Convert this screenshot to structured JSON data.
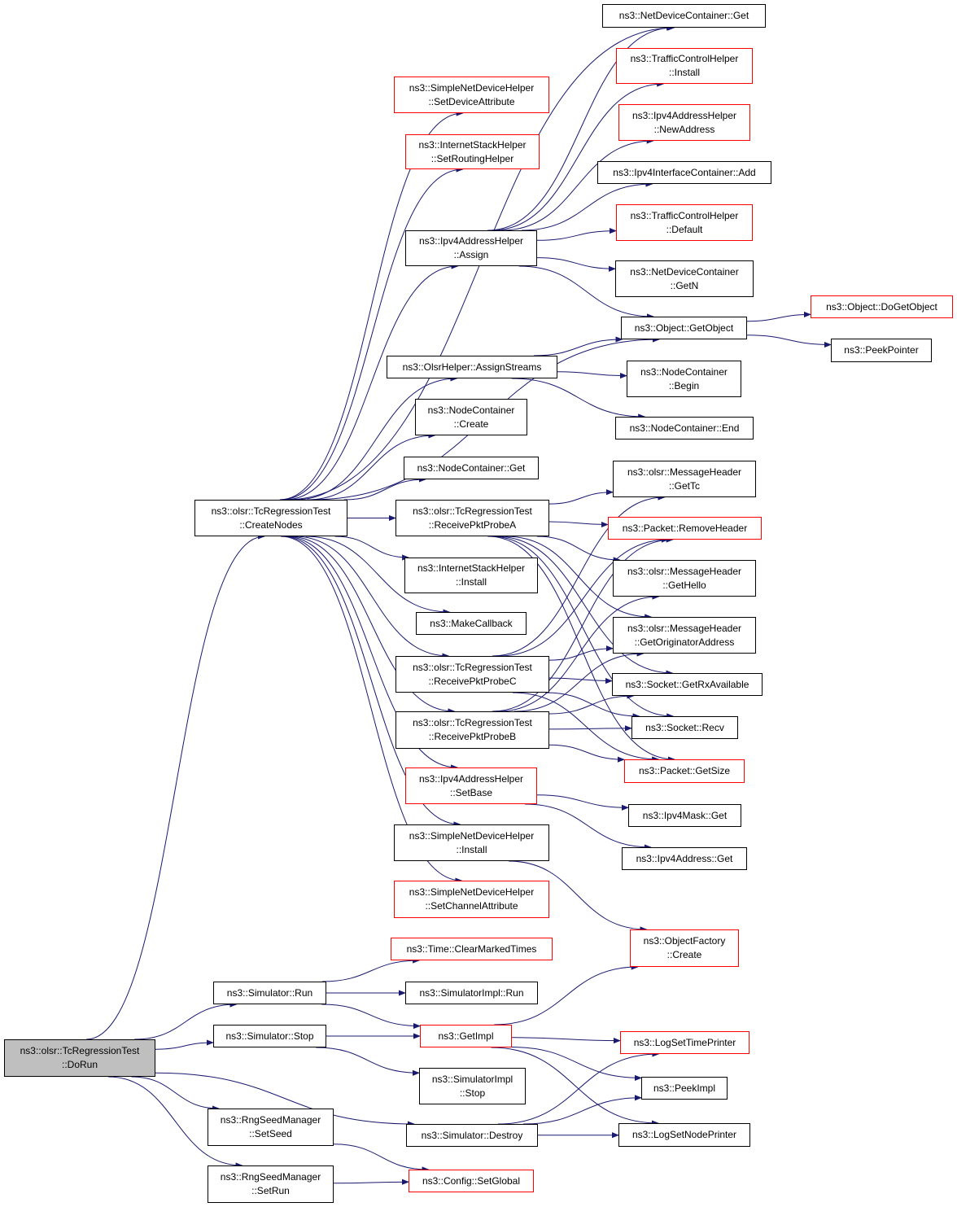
{
  "colors": {
    "edge": "#191970",
    "box_border": "#000000",
    "box_border_link": "#ff0000",
    "root_fill": "#bfbfbf"
  },
  "nodes": {
    "dorun": {
      "lines": [
        "ns3::olsr::TcRegressionTest",
        "::DoRun"
      ],
      "style": "root"
    },
    "createnodes": {
      "lines": [
        "ns3::olsr::TcRegressionTest",
        "::CreateNodes"
      ],
      "style": "black"
    },
    "sndh_setdevattr": {
      "lines": [
        "ns3::SimpleNetDeviceHelper",
        "::SetDeviceAttribute"
      ],
      "style": "red"
    },
    "ish_setrouting": {
      "lines": [
        "ns3::InternetStackHelper",
        "::SetRoutingHelper"
      ],
      "style": "red"
    },
    "ipv4ah_assign": {
      "lines": [
        "ns3::Ipv4AddressHelper",
        "::Assign"
      ],
      "style": "black"
    },
    "olsrh_assignstreams": {
      "lines": [
        "ns3::OlsrHelper::AssignStreams"
      ],
      "style": "black"
    },
    "nc_create": {
      "lines": [
        "ns3::NodeContainer",
        "::Create"
      ],
      "style": "black"
    },
    "nc_get": {
      "lines": [
        "ns3::NodeContainer::Get"
      ],
      "style": "black"
    },
    "recv_a": {
      "lines": [
        "ns3::olsr::TcRegressionTest",
        "::ReceivePktProbeA"
      ],
      "style": "black"
    },
    "ish_install": {
      "lines": [
        "ns3::InternetStackHelper",
        "::Install"
      ],
      "style": "black"
    },
    "makecallback": {
      "lines": [
        "ns3::MakeCallback"
      ],
      "style": "black"
    },
    "recv_c": {
      "lines": [
        "ns3::olsr::TcRegressionTest",
        "::ReceivePktProbeC"
      ],
      "style": "black"
    },
    "recv_b": {
      "lines": [
        "ns3::olsr::TcRegressionTest",
        "::ReceivePktProbeB"
      ],
      "style": "black"
    },
    "ipv4ah_setbase": {
      "lines": [
        "ns3::Ipv4AddressHelper",
        "::SetBase"
      ],
      "style": "red"
    },
    "sndh_install": {
      "lines": [
        "ns3::SimpleNetDeviceHelper",
        "::Install"
      ],
      "style": "black"
    },
    "sndh_setchanattr": {
      "lines": [
        "ns3::SimpleNetDeviceHelper",
        "::SetChannelAttribute"
      ],
      "style": "red"
    },
    "ndc_get": {
      "lines": [
        "ns3::NetDeviceContainer::Get"
      ],
      "style": "black"
    },
    "tch_install": {
      "lines": [
        "ns3::TrafficControlHelper",
        "::Install"
      ],
      "style": "red"
    },
    "ipv4ah_newaddr": {
      "lines": [
        "ns3::Ipv4AddressHelper",
        "::NewAddress"
      ],
      "style": "red"
    },
    "ipv4ic_add": {
      "lines": [
        "ns3::Ipv4InterfaceContainer::Add"
      ],
      "style": "black"
    },
    "tch_default": {
      "lines": [
        "ns3::TrafficControlHelper",
        "::Default"
      ],
      "style": "red"
    },
    "ndc_getn": {
      "lines": [
        "ns3::NetDeviceContainer",
        "::GetN"
      ],
      "style": "black"
    },
    "obj_getobject": {
      "lines": [
        "ns3::Object::GetObject"
      ],
      "style": "black"
    },
    "obj_dogetobject": {
      "lines": [
        "ns3::Object::DoGetObject"
      ],
      "style": "red"
    },
    "peekpointer": {
      "lines": [
        "ns3::PeekPointer"
      ],
      "style": "black"
    },
    "nc_begin": {
      "lines": [
        "ns3::NodeContainer",
        "::Begin"
      ],
      "style": "black"
    },
    "nc_end": {
      "lines": [
        "ns3::NodeContainer::End"
      ],
      "style": "black"
    },
    "mh_gettc": {
      "lines": [
        "ns3::olsr::MessageHeader",
        "::GetTc"
      ],
      "style": "black"
    },
    "pkt_removeheader": {
      "lines": [
        "ns3::Packet::RemoveHeader"
      ],
      "style": "red"
    },
    "mh_gethello": {
      "lines": [
        "ns3::olsr::MessageHeader",
        "::GetHello"
      ],
      "style": "black"
    },
    "mh_getorig": {
      "lines": [
        "ns3::olsr::MessageHeader",
        "::GetOriginatorAddress"
      ],
      "style": "black"
    },
    "sock_getrx": {
      "lines": [
        "ns3::Socket::GetRxAvailable"
      ],
      "style": "black"
    },
    "sock_recv": {
      "lines": [
        "ns3::Socket::Recv"
      ],
      "style": "black"
    },
    "pkt_getsize": {
      "lines": [
        "ns3::Packet::GetSize"
      ],
      "style": "red"
    },
    "ipv4mask_get": {
      "lines": [
        "ns3::Ipv4Mask::Get"
      ],
      "style": "black"
    },
    "ipv4addr_get": {
      "lines": [
        "ns3::Ipv4Address::Get"
      ],
      "style": "black"
    },
    "objfactory_create": {
      "lines": [
        "ns3::ObjectFactory",
        "::Create"
      ],
      "style": "red"
    },
    "time_clearmarked": {
      "lines": [
        "ns3::Time::ClearMarkedTimes"
      ],
      "style": "red"
    },
    "sim_run": {
      "lines": [
        "ns3::Simulator::Run"
      ],
      "style": "black"
    },
    "simimpl_run": {
      "lines": [
        "ns3::SimulatorImpl::Run"
      ],
      "style": "black"
    },
    "sim_stop": {
      "lines": [
        "ns3::Simulator::Stop"
      ],
      "style": "black"
    },
    "getimpl": {
      "lines": [
        "ns3::GetImpl"
      ],
      "style": "red"
    },
    "logsettime": {
      "lines": [
        "ns3::LogSetTimePrinter"
      ],
      "style": "red"
    },
    "simimpl_stop": {
      "lines": [
        "ns3::SimulatorImpl",
        "::Stop"
      ],
      "style": "black"
    },
    "peekimpl": {
      "lines": [
        "ns3::PeekImpl"
      ],
      "style": "black"
    },
    "rng_setseed": {
      "lines": [
        "ns3::RngSeedManager",
        "::SetSeed"
      ],
      "style": "black"
    },
    "sim_destroy": {
      "lines": [
        "ns3::Simulator::Destroy"
      ],
      "style": "black"
    },
    "logsetnode": {
      "lines": [
        "ns3::LogSetNodePrinter"
      ],
      "style": "black"
    },
    "rng_setrun": {
      "lines": [
        "ns3::RngSeedManager",
        "::SetRun"
      ],
      "style": "black"
    },
    "config_setglobal": {
      "lines": [
        "ns3::Config::SetGlobal"
      ],
      "style": "red"
    }
  },
  "edges": [
    [
      "dorun",
      "createnodes"
    ],
    [
      "dorun",
      "sim_run"
    ],
    [
      "dorun",
      "sim_stop"
    ],
    [
      "dorun",
      "rng_setseed"
    ],
    [
      "dorun",
      "sim_destroy"
    ],
    [
      "dorun",
      "rng_setrun"
    ],
    [
      "createnodes",
      "sndh_setdevattr"
    ],
    [
      "createnodes",
      "ish_setrouting"
    ],
    [
      "createnodes",
      "ipv4ah_assign"
    ],
    [
      "createnodes",
      "ndc_get"
    ],
    [
      "createnodes",
      "obj_getobject"
    ],
    [
      "createnodes",
      "olsrh_assignstreams"
    ],
    [
      "createnodes",
      "nc_create"
    ],
    [
      "createnodes",
      "nc_get"
    ],
    [
      "createnodes",
      "recv_a"
    ],
    [
      "createnodes",
      "ish_install"
    ],
    [
      "createnodes",
      "makecallback"
    ],
    [
      "createnodes",
      "recv_c"
    ],
    [
      "createnodes",
      "recv_b"
    ],
    [
      "createnodes",
      "ipv4ah_setbase"
    ],
    [
      "createnodes",
      "sndh_install"
    ],
    [
      "createnodes",
      "sndh_setchanattr"
    ],
    [
      "ipv4ah_assign",
      "ndc_get"
    ],
    [
      "ipv4ah_assign",
      "tch_install"
    ],
    [
      "ipv4ah_assign",
      "ipv4ah_newaddr"
    ],
    [
      "ipv4ah_assign",
      "ipv4ic_add"
    ],
    [
      "ipv4ah_assign",
      "tch_default"
    ],
    [
      "ipv4ah_assign",
      "ndc_getn"
    ],
    [
      "ipv4ah_assign",
      "obj_getobject"
    ],
    [
      "obj_getobject",
      "obj_dogetobject"
    ],
    [
      "obj_getobject",
      "peekpointer"
    ],
    [
      "olsrh_assignstreams",
      "obj_getobject"
    ],
    [
      "olsrh_assignstreams",
      "nc_begin"
    ],
    [
      "olsrh_assignstreams",
      "nc_end"
    ],
    [
      "recv_a",
      "mh_gettc"
    ],
    [
      "recv_a",
      "pkt_removeheader"
    ],
    [
      "recv_a",
      "mh_gethello"
    ],
    [
      "recv_a",
      "mh_getorig"
    ],
    [
      "recv_a",
      "sock_getrx"
    ],
    [
      "recv_a",
      "sock_recv"
    ],
    [
      "recv_a",
      "pkt_getsize"
    ],
    [
      "recv_c",
      "mh_gettc"
    ],
    [
      "recv_c",
      "pkt_removeheader"
    ],
    [
      "recv_c",
      "mh_getorig"
    ],
    [
      "recv_c",
      "sock_getrx"
    ],
    [
      "recv_c",
      "sock_recv"
    ],
    [
      "recv_c",
      "pkt_getsize"
    ],
    [
      "recv_b",
      "mh_gethello"
    ],
    [
      "recv_b",
      "pkt_removeheader"
    ],
    [
      "recv_b",
      "mh_getorig"
    ],
    [
      "recv_b",
      "sock_getrx"
    ],
    [
      "recv_b",
      "sock_recv"
    ],
    [
      "recv_b",
      "pkt_getsize"
    ],
    [
      "ipv4ah_setbase",
      "ipv4mask_get"
    ],
    [
      "ipv4ah_setbase",
      "ipv4addr_get"
    ],
    [
      "sndh_install",
      "objfactory_create"
    ],
    [
      "sim_run",
      "time_clearmarked"
    ],
    [
      "sim_run",
      "simimpl_run"
    ],
    [
      "sim_run",
      "getimpl"
    ],
    [
      "sim_stop",
      "getimpl"
    ],
    [
      "sim_stop",
      "simimpl_stop"
    ],
    [
      "getimpl",
      "objfactory_create"
    ],
    [
      "getimpl",
      "logsettime"
    ],
    [
      "getimpl",
      "peekimpl"
    ],
    [
      "getimpl",
      "logsetnode"
    ],
    [
      "sim_destroy",
      "logsettime"
    ],
    [
      "sim_destroy",
      "peekimpl"
    ],
    [
      "sim_destroy",
      "logsetnode"
    ],
    [
      "rng_setseed",
      "config_setglobal"
    ],
    [
      "rng_setrun",
      "config_setglobal"
    ]
  ]
}
